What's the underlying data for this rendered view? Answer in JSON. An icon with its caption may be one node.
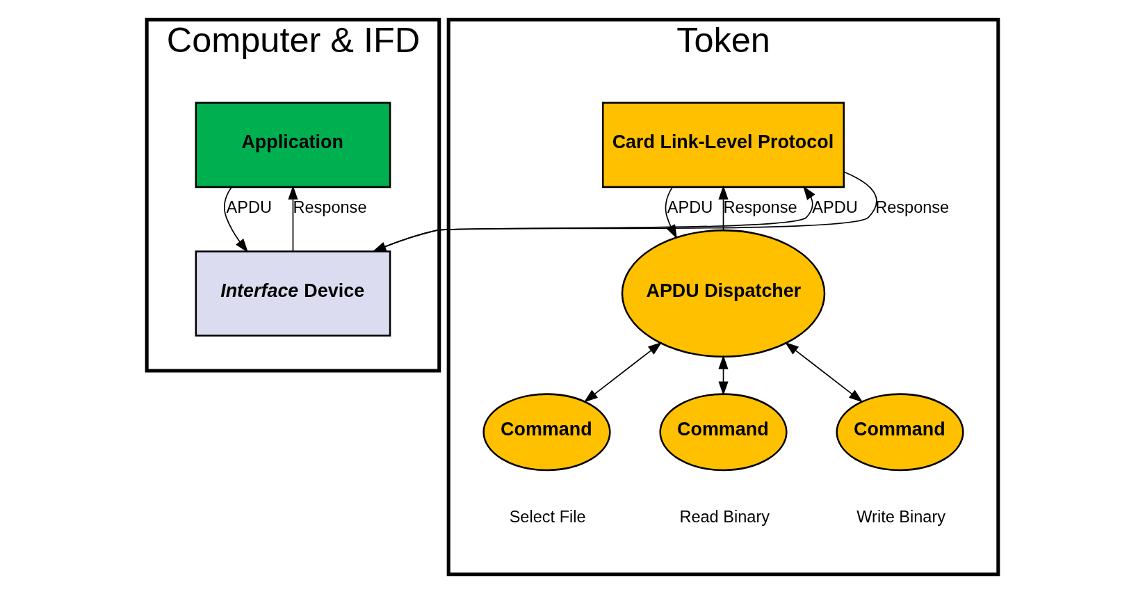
{
  "diagram": {
    "nodes": [
      {
        "text": [
          "Computer & IFD"
        ]
      },
      {
        "text": [
          "Application"
        ],
        "in": 0
      },
      {
        "text": [
          "*Interface* Device"
        ],
        "in": 0
      },
      {
        "text": [
          "Token"
        ]
      },
      {
        "text": [
          "Card Link-Level Protocol"
        ],
        "in": 3
      },
      {
        "text": [
          "APDU Dispatcher"
        ],
        "in": 3
      },
      {
        "text": [
          "Command"
        ],
        "in": 3,
        "beside": [
          "Select File"
        ]
      },
      {
        "text": [
          "Command"
        ],
        "in": 3,
        "beside": [
          "Read Binary"
        ]
      },
      {
        "text": [
          "Command"
        ],
        "in": 3,
        "beside": [
          "Write Binary"
        ]
      }
    ],
    "edges": [
      {
        "from": 1,
        "to": 2,
        "arrow": "to",
        "label": "APDU"
      },
      {
        "from": 2,
        "to": 1,
        "arrow": "to",
        "label": "Response"
      },
      {
        "from": 2,
        "to": 4,
        "arrow": "to",
        "label": "APDU"
      },
      {
        "from": 4,
        "to": 2,
        "arrow": "to",
        "label": "Response"
      },
      {
        "from": 4,
        "to": 5,
        "arrow": "to",
        "label": "APDU"
      },
      {
        "from": 5,
        "to": 4,
        "arrow": "to",
        "label": "Response"
      },
      {
        "from": 5,
        "to": 6,
        "arrow": "both"
      },
      {
        "from": 5,
        "to": 7,
        "arrow": "both"
      },
      {
        "from": 5,
        "to": 8,
        "arrow": "both"
      }
    ]
  }
}
